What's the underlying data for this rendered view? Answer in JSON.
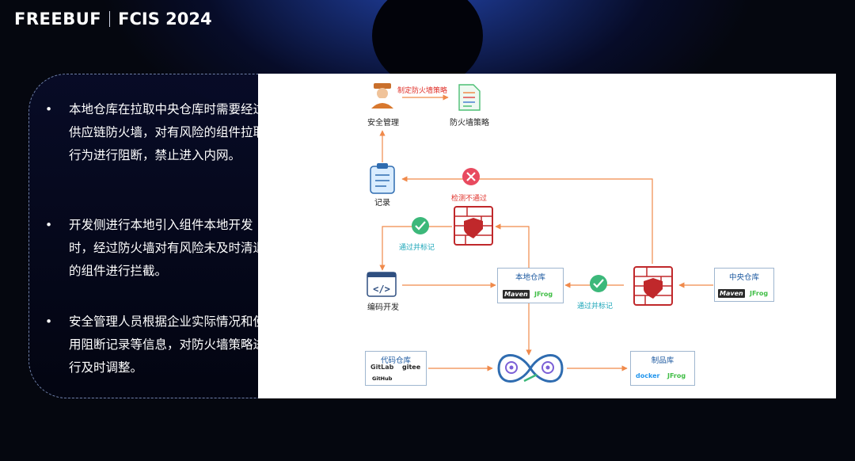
{
  "header": {
    "brand": "FREEBUF",
    "event": "FCIS 2024"
  },
  "bullets": [
    {
      "text": "本地仓库在拉取中央仓库时需要经过供应链防火墙，对有风险的组件拉取行为进行阻断，禁止进入内网。"
    },
    {
      "text": "开发侧进行本地引入组件本地开发时，经过防火墙对有风险未及时清退的组件进行拦截。"
    },
    {
      "text": "安全管理人员根据企业实际情况和使用阻断记录等信息，对防火墙策略进行及时调整。"
    }
  ],
  "diagram": {
    "nodes": {
      "security_admin": "安全管理",
      "firewall_policy": "防火墙策略",
      "record": "记录",
      "coding_dev": "编码开发",
      "local_repo": "本地仓库",
      "central_repo": "中央仓库",
      "code_repo": "代码仓库",
      "artifact_repo": "制品库"
    },
    "edge_labels": {
      "set_policy": "制定防火墙策略",
      "detect_fail": "检测不通过",
      "pass_mark_left": "通过并标记",
      "pass_mark_right": "通过并标记"
    },
    "logos": {
      "maven": "Maven",
      "jfrog": "JFrog",
      "gitlab": "GitLab",
      "gitee": "gitee",
      "github": "GitHub",
      "docker": "docker"
    },
    "colors": {
      "arrow": "#f08a4b",
      "firewall": "#c0282b",
      "pass": "#3cb87a",
      "fail": "#e84a5f",
      "box_border": "#9fb6cf",
      "title_blue": "#1e5aa0"
    },
    "icons": [
      "officer-icon",
      "policy-list-icon",
      "clipboard-icon",
      "code-window-icon",
      "firewall-icon",
      "check-icon",
      "x-icon",
      "gear-icon",
      "infinity-loop-icon"
    ]
  }
}
